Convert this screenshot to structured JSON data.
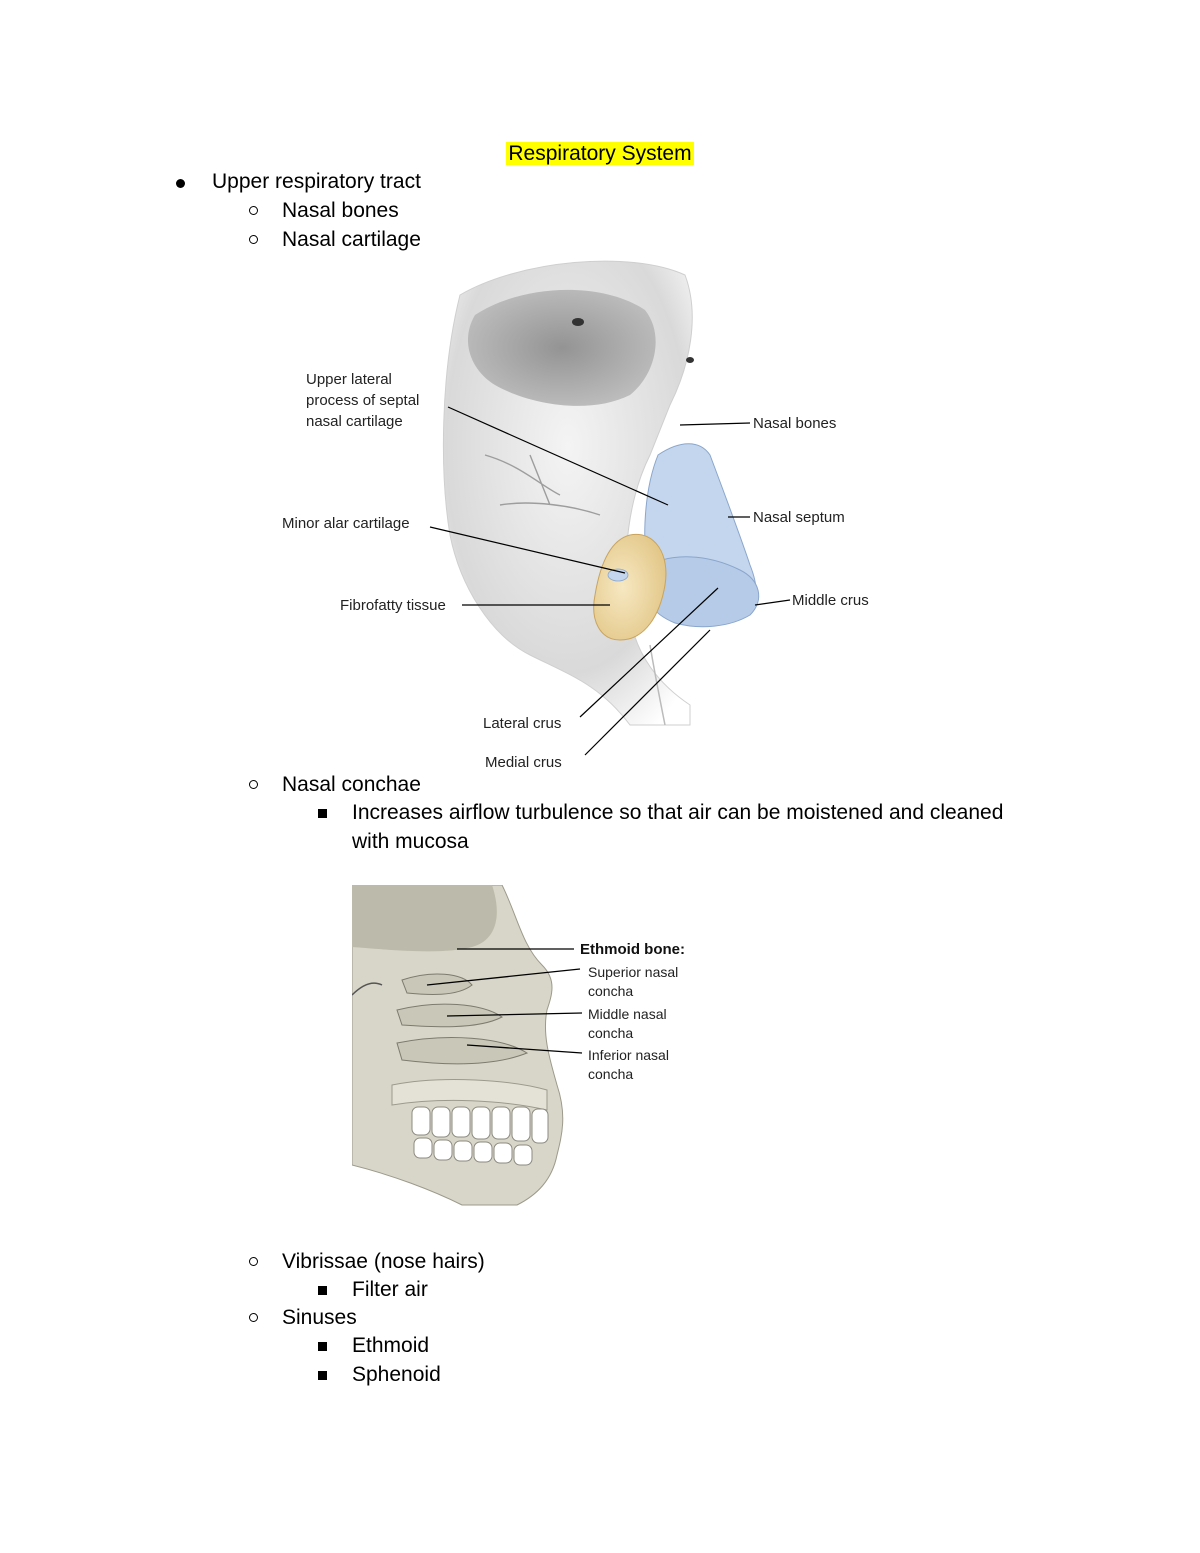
{
  "document": {
    "title": "Respiratory System",
    "outline": {
      "upper_tract": "Upper respiratory tract",
      "nasal_bones": "Nasal bones",
      "nasal_cartilage": "Nasal cartilage",
      "nasal_conchae": "Nasal conchae",
      "conchae_note_line1": "Increases airflow turbulence so that air can be moistened and cleaned",
      "conchae_note_line2": "with mucosa",
      "vibrissae": "Vibrissae (nose hairs)",
      "filter_air": "Filter air",
      "sinuses": "Sinuses",
      "ethmoid": "Ethmoid",
      "sphenoid": "Sphenoid"
    }
  },
  "figure_nose": {
    "labels": {
      "upper_lateral_1": "Upper lateral",
      "upper_lateral_2": "process of septal",
      "upper_lateral_3": "nasal cartilage",
      "minor_alar": "Minor alar cartilage",
      "fibrofatty": "Fibrofatty tissue",
      "lateral_crus": "Lateral crus",
      "medial_crus": "Medial crus",
      "nasal_bones": "Nasal bones",
      "nasal_septum": "Nasal septum",
      "middle_crus": "Middle crus"
    }
  },
  "figure_ethmoid": {
    "labels": {
      "ethmoid_bone": "Ethmoid bone:",
      "superior_1": "Superior nasal",
      "superior_2": "concha",
      "middle_1": "Middle nasal",
      "middle_2": "concha",
      "inferior_1": "Inferior nasal",
      "inferior_2": "concha"
    }
  },
  "colors": {
    "highlight": "#ffff00",
    "cartilage_blue": "#c4d6ee",
    "fibrofatty": "#eed9a8",
    "bone_grey": "#d8d6c8"
  }
}
